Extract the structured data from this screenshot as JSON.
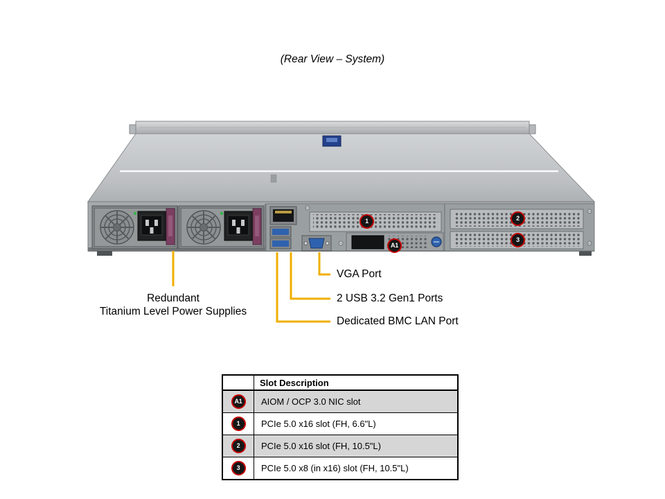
{
  "title": "(Rear View – System)",
  "callouts": {
    "slot1": "1",
    "slot2": "2",
    "slot3": "3",
    "aiom": "A1"
  },
  "labels": {
    "psu_line1": "Redundant",
    "psu_line2": "Titanium Level Power Supplies",
    "vga": "VGA Port",
    "usb": "2 USB 3.2 Gen1 Ports",
    "bmc": "Dedicated BMC LAN Port"
  },
  "table": {
    "header": "Slot Description",
    "rows": [
      {
        "badge": "A1",
        "description": "AIOM / OCP 3.0 NIC slot"
      },
      {
        "badge": "1",
        "description": "PCIe 5.0 x16 slot (FH, 6.6\"L)"
      },
      {
        "badge": "2",
        "description": "PCIe 5.0 x16 slot (FH, 10.5\"L)"
      },
      {
        "badge": "3",
        "description": "PCIe 5.0 x8 (in x16) slot (FH, 10.5\"L)"
      }
    ]
  },
  "colors": {
    "callout_line": "#EFAF00",
    "badge_ring": "#C40000",
    "badge_fill": "#161616",
    "table_alt_row": "#D6D6D6",
    "usb_blue": "#2F62AE",
    "vga_blue": "#2F62AE"
  }
}
